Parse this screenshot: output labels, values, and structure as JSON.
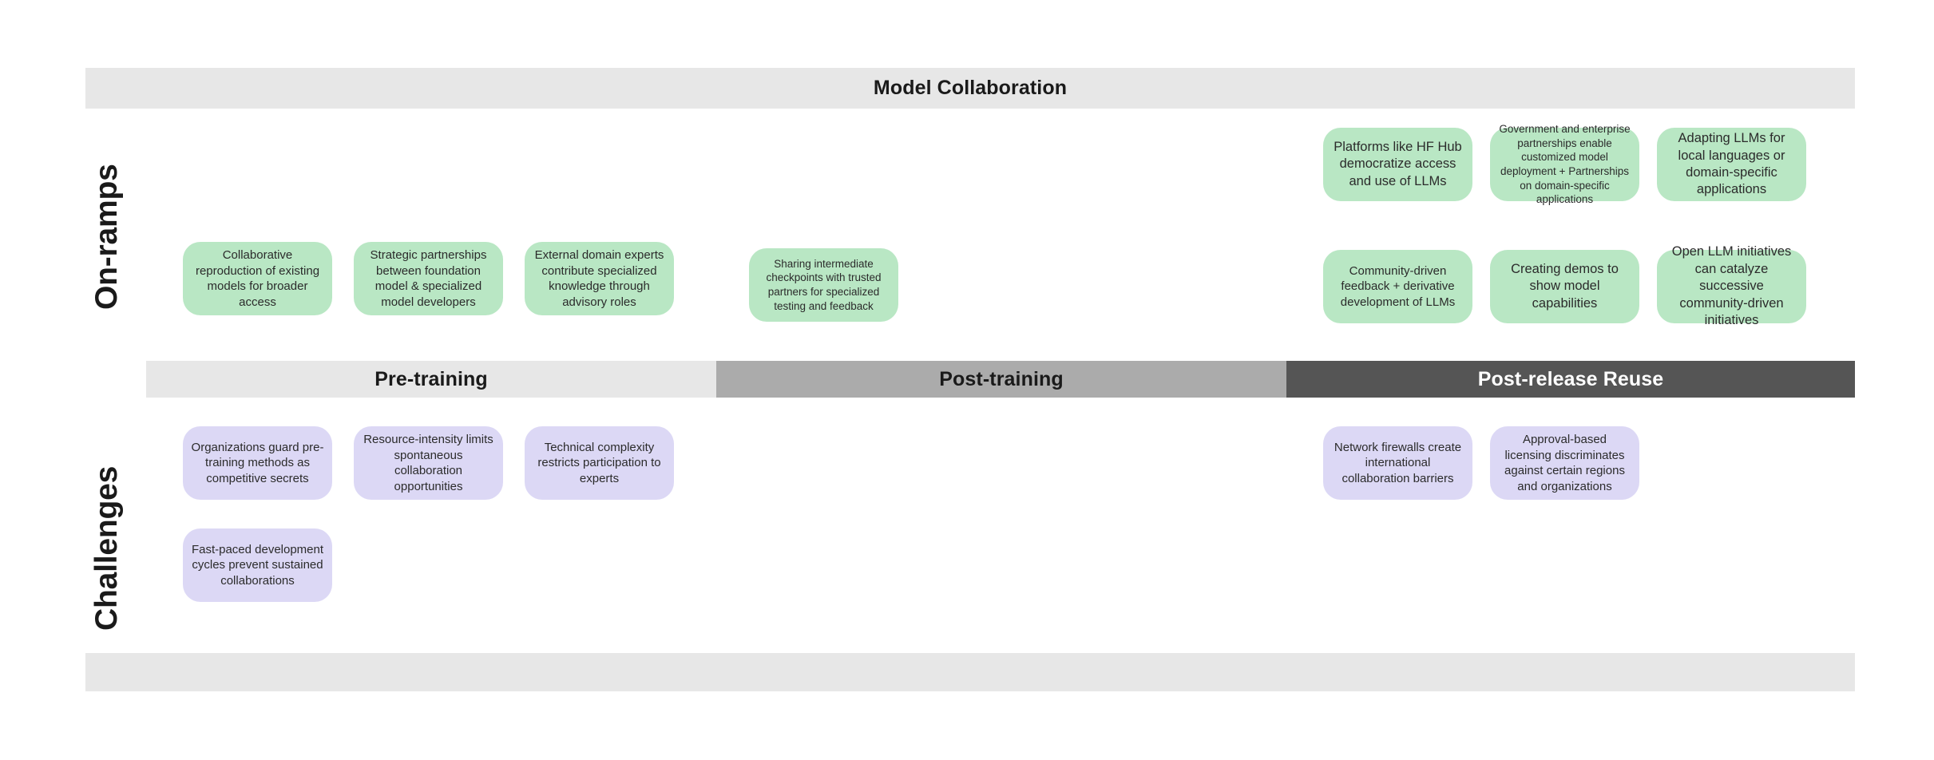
{
  "header": {
    "title": "Model Collaboration"
  },
  "footer": {
    "title": ""
  },
  "rows": {
    "onramps_label": "On-ramps",
    "challenges_label": "Challenges"
  },
  "phases": [
    {
      "label": "Pre-training",
      "bg": "#e7e7e7",
      "fg": "#1a1a1a"
    },
    {
      "label": "Post-training",
      "bg": "#ababab",
      "fg": "#1a1a1a"
    },
    {
      "label": "Post-release Reuse",
      "bg": "#555555",
      "fg": "#ffffff"
    }
  ],
  "colors": {
    "onramp_card": "#b9e7c4",
    "challenge_card": "#dcd8f5",
    "banner": "#e7e7e7",
    "phase_pretraining": "#e7e7e7",
    "phase_posttraining": "#ababab",
    "phase_postrelease": "#555555",
    "page_background": "#ffffff"
  },
  "onramps": [
    {
      "id": "onramp-collaborative-reproduction",
      "phase": "Pre-training",
      "text": "Collaborative reproduction of existing models for broader access"
    },
    {
      "id": "onramp-strategic-partnerships",
      "phase": "Pre-training",
      "text": "Strategic partnerships between foundation model & specialized model developers"
    },
    {
      "id": "onramp-external-domain-experts",
      "phase": "Pre-training",
      "text": "External domain experts contribute specialized knowledge through advisory roles"
    },
    {
      "id": "onramp-sharing-checkpoints",
      "phase": "Post-training",
      "text": "Sharing intermediate checkpoints with trusted partners for specialized testing  and feedback"
    },
    {
      "id": "onramp-hf-hub-platforms",
      "phase": "Post-release Reuse",
      "text": "Platforms like HF Hub democratize access and use of LLMs"
    },
    {
      "id": "onramp-government-enterprise",
      "phase": "Post-release Reuse",
      "text": "Government and enterprise partnerships enable customized model deployment + Partnerships on domain-specific applications"
    },
    {
      "id": "onramp-adapting-llms-local",
      "phase": "Post-release Reuse",
      "text": "Adapting LLMs for local languages or domain-specific applications"
    },
    {
      "id": "onramp-community-feedback",
      "phase": "Post-release Reuse",
      "text": "Community-driven feedback + derivative development of LLMs"
    },
    {
      "id": "onramp-creating-demos",
      "phase": "Post-release Reuse",
      "text": "Creating demos to show model capabilities"
    },
    {
      "id": "onramp-open-llm-initiatives",
      "phase": "Post-release Reuse",
      "text": "Open LLM initiatives can catalyze successive community-driven initiatives"
    }
  ],
  "challenges": [
    {
      "id": "challenge-organizations-guard",
      "phase": "Pre-training",
      "text": "Organizations guard pre-training methods as competitive secrets"
    },
    {
      "id": "challenge-resource-intensity",
      "phase": "Pre-training",
      "text": "Resource-intensity limits spontaneous collaboration opportunities"
    },
    {
      "id": "challenge-technical-complexity",
      "phase": "Pre-training",
      "text": "Technical complexity restricts participation to experts"
    },
    {
      "id": "challenge-fast-paced-cycles",
      "phase": "Pre-training",
      "text": "Fast-paced development cycles prevent sustained collaborations"
    },
    {
      "id": "challenge-network-firewalls",
      "phase": "Post-release Reuse",
      "text": "Network firewalls create international collaboration barriers"
    },
    {
      "id": "challenge-approval-licensing",
      "phase": "Post-release Reuse",
      "text": "Approval-based licensing discriminates against certain regions and organizations"
    }
  ]
}
